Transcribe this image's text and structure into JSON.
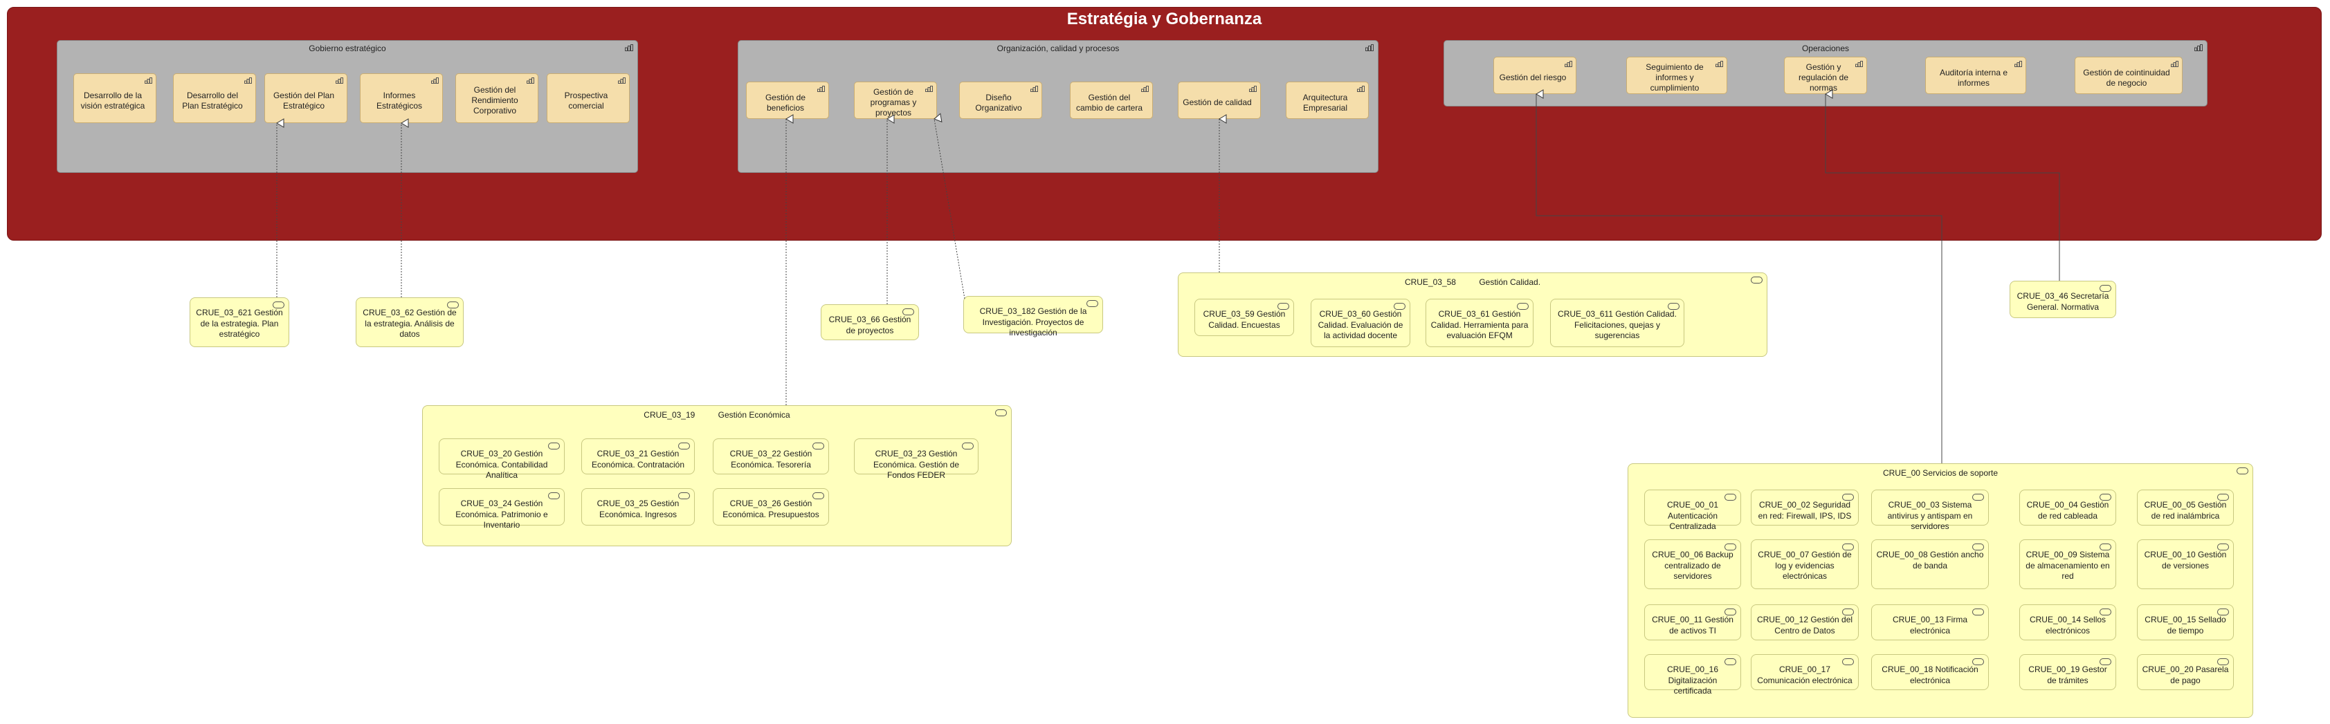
{
  "title": "Estratégia y Gobernanza",
  "groups": [
    {
      "title": "Gobierno estratégico",
      "capabilities": [
        "Desarrollo de la visión estratégica",
        "Desarrollo del Plan Estratégico",
        "Gestión del Plan Estratégico",
        "Informes Estratégicos",
        "Gestión del Rendimiento Corporativo",
        "Prospectiva comercial"
      ]
    },
    {
      "title": "Organización, calidad y procesos",
      "capabilities": [
        "Gestión de beneficios",
        "Gestión de programas y proyectos",
        "Diseño Organizativo",
        "Gestión del cambio de cartera",
        "Gestión de calidad",
        "Arquitectura Empresarial"
      ]
    },
    {
      "title": "Operaciones",
      "capabilities": [
        "Gestión del riesgo",
        "Seguimiento de informes y cumplimiento",
        "Gestión y regulación de normas",
        "Auditoría interna e informes",
        "Gestión de cointinuidad de negocio"
      ]
    }
  ],
  "services": [
    "CRUE_03_621 Gestión de la estrategia. Plan estratégico",
    "CRUE_03_62 Gestión de la estrategia. Análisis de datos",
    "CRUE_03_66 Gestión de proyectos",
    "CRUE_03_182 Gestión de la Investigación. Proyectos de investigación",
    "CRUE_03_46 Secretaría General. Normativa"
  ],
  "service_groups": [
    {
      "title": "CRUE_03_58          Gestión Calidad.",
      "services": [
        "CRUE_03_59 Gestión Calidad. Encuestas",
        "CRUE_03_60 Gestión Calidad. Evaluación de la actividad docente",
        "CRUE_03_61 Gestión Calidad. Herramienta para evaluación EFQM",
        "CRUE_03_611 Gestión Calidad. Felicitaciones, quejas y sugerencias"
      ]
    },
    {
      "title": "CRUE_03_19          Gestión Económica",
      "services": [
        "CRUE_03_20 Gestión Económica. Contabilidad Analítica",
        "CRUE_03_21 Gestión Económica. Contratación",
        "CRUE_03_22 Gestión Económica. Tesorería",
        "CRUE_03_23 Gestión Económica. Gestión de Fondos FEDER",
        "CRUE_03_24 Gestión Económica. Patrimonio e Inventario",
        "CRUE_03_25 Gestión Económica. Ingresos",
        "CRUE_03_26 Gestión Económica. Presupuestos"
      ]
    },
    {
      "title": "CRUE_00 Servicios de soporte",
      "services": [
        "CRUE_00_01 Autenticación Centralizada",
        "CRUE_00_02 Seguridad en red: Firewall, IPS, IDS",
        "CRUE_00_03 Sistema antivirus y antispam en servidores",
        "CRUE_00_04 Gestión de red cableada",
        "CRUE_00_05 Gestión de red inalámbrica",
        "CRUE_00_06 Backup centralizado de servidores",
        "CRUE_00_07 Gestión de log y evidencias electrónicas",
        "CRUE_00_08 Gestión ancho de banda",
        "CRUE_00_09 Sistema de almacenamiento en red",
        "CRUE_00_10 Gestión de versiones",
        "CRUE_00_11 Gestión de activos TI",
        "CRUE_00_12 Gestión del Centro de Datos",
        "CRUE_00_13 Firma electrónica",
        "CRUE_00_14 Sellos electrónicos",
        "CRUE_00_15 Sellado de tiempo",
        "CRUE_00_16 Digitalización certificada",
        "CRUE_00_17 Comunicación electrónica",
        "CRUE_00_18 Notificación electrónica",
        "CRUE_00_19 Gestor de trámites",
        "CRUE_00_20 Pasarela de pago"
      ]
    }
  ],
  "colors": {
    "banner": "#9a1f1f",
    "group": "#b3b3b3",
    "capability": "#f5deab",
    "service": "#ffffbe"
  },
  "icons": {
    "capability": "capability-icon",
    "service": "service-icon",
    "group": "grouping-icon"
  }
}
